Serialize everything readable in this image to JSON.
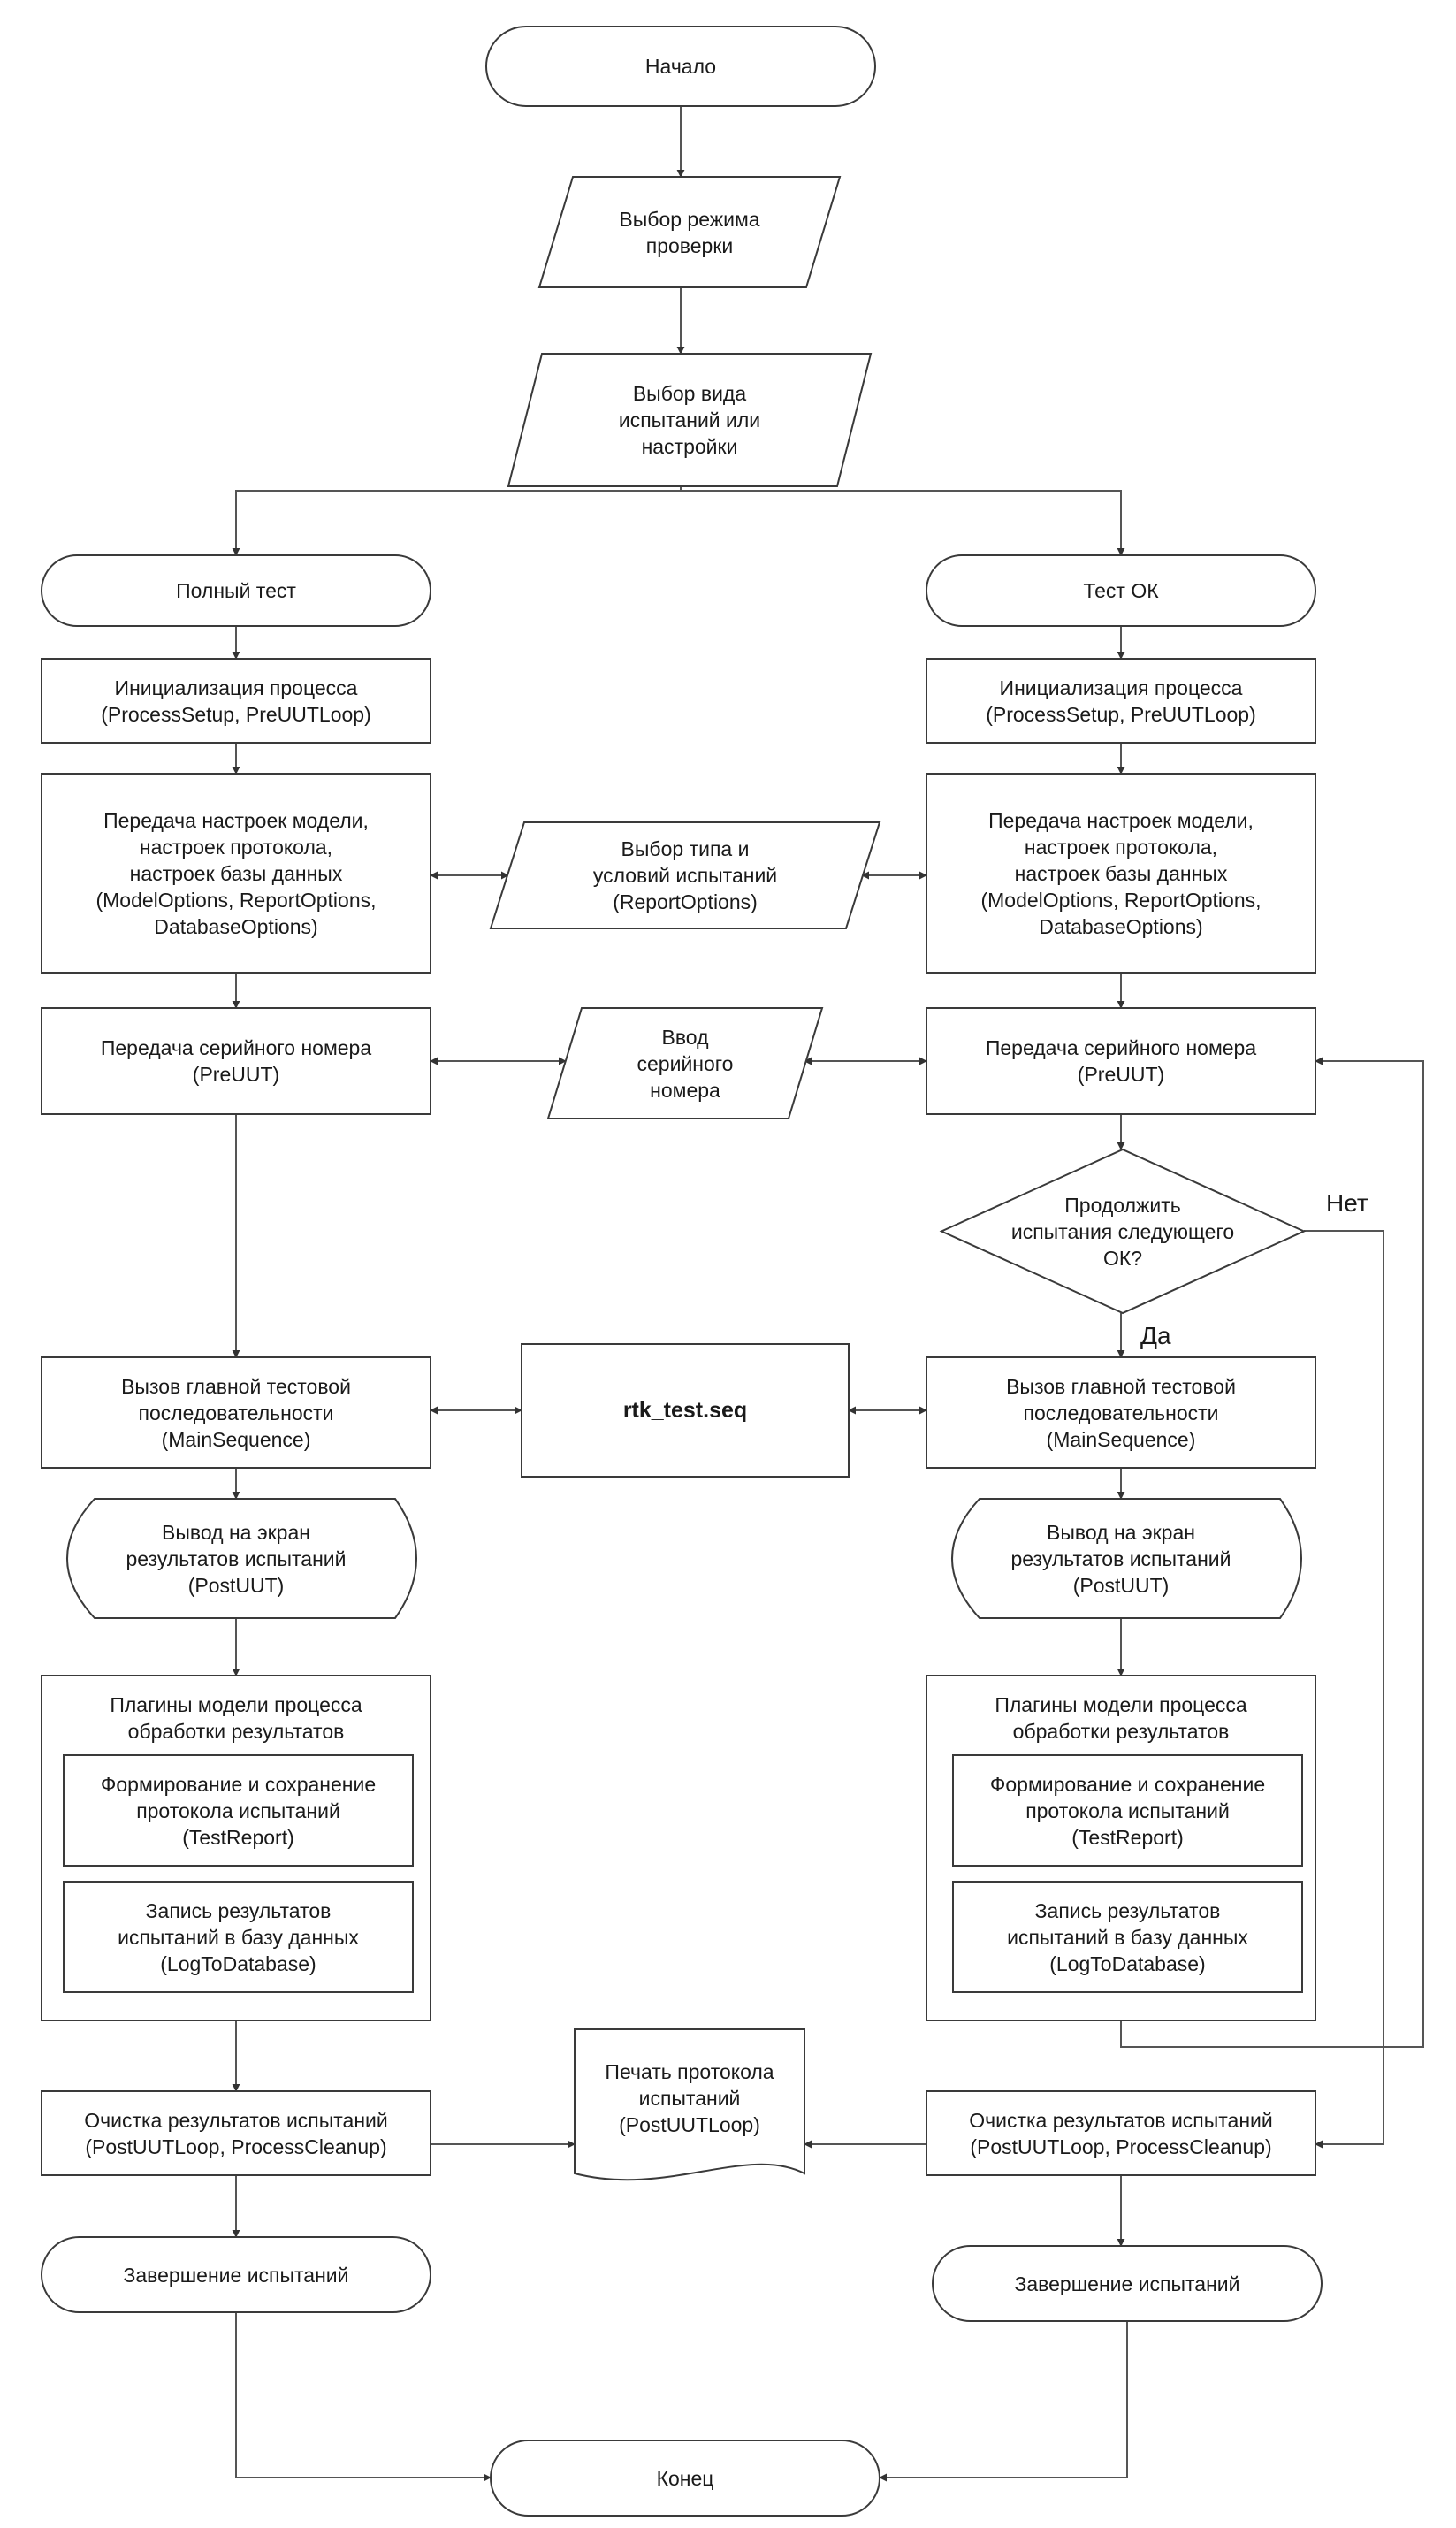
{
  "diagram": {
    "nodes": {
      "start": [
        "Начало"
      ],
      "select_mode": [
        "Выбор режима",
        "проверки"
      ],
      "select_kind": [
        "Выбор вида",
        "испытаний или",
        "настройки"
      ],
      "full_test": [
        "Полный тест"
      ],
      "test_ok": [
        "Тест ОК"
      ],
      "init_left": [
        "Инициализация процесса",
        "(ProcessSetup, PreUUTLoop)"
      ],
      "init_right": [
        "Инициализация процесса",
        "(ProcessSetup, PreUUTLoop)"
      ],
      "settings_left": [
        "Передача настроек модели,",
        "настроек протокола,",
        "настроек базы данных",
        "(ModelOptions, ReportOptions,",
        "DatabaseOptions)"
      ],
      "settings_right": [
        "Передача настроек модели,",
        "настроек протокола,",
        "настроек базы данных",
        "(ModelOptions, ReportOptions,",
        "DatabaseOptions)"
      ],
      "select_type": [
        "Выбор типа и",
        "условий испытаний",
        "(ReportOptions)"
      ],
      "serial_left": [
        "Передача серийного номера",
        "(PreUUT)"
      ],
      "serial_right": [
        "Передача серийного номера",
        "(PreUUT)"
      ],
      "serial_input": [
        "Ввод",
        "серийного",
        "номера"
      ],
      "continue_q": [
        "Продолжить",
        "испытания следующего",
        "ОК?"
      ],
      "main_left": [
        "Вызов главной тестовой",
        "последовательности",
        "(MainSequence)"
      ],
      "main_right": [
        "Вызов главной тестовой",
        "последовательности",
        "(MainSequence)"
      ],
      "seq_file": [
        "rtk_test.seq"
      ],
      "display_left": [
        "Вывод на экран",
        "результатов испытаний",
        "(PostUUT)"
      ],
      "display_right": [
        "Вывод на экран",
        "результатов испытаний",
        "(PostUUT)"
      ],
      "plugins_left": [
        "Плагины модели процесса",
        "обработки результатов"
      ],
      "plugins_right": [
        "Плагины модели процесса",
        "обработки результатов"
      ],
      "report_left": [
        "Формирование и сохранение",
        "протокола испытаний",
        "(TestReport)"
      ],
      "report_right": [
        "Формирование и сохранение",
        "протокола испытаний",
        "(TestReport)"
      ],
      "db_left": [
        "Запись результатов",
        "испытаний в базу данных",
        "(LogToDatabase)"
      ],
      "db_right": [
        "Запись результатов",
        "испытаний в базу данных",
        "(LogToDatabase)"
      ],
      "cleanup_left": [
        "Очистка результатов испытаний",
        "(PostUUTLoop, ProcessCleanup)"
      ],
      "cleanup_right": [
        "Очистка результатов испытаний",
        "(PostUUTLoop, ProcessCleanup)"
      ],
      "print": [
        "Печать протокола",
        "испытаний",
        "(PostUUTLoop)"
      ],
      "finish_left": [
        "Завершение испытаний"
      ],
      "finish_right": [
        "Завершение испытаний"
      ],
      "end": [
        "Конец"
      ]
    },
    "edge_labels": {
      "no": "Нет",
      "yes": "Да"
    }
  }
}
